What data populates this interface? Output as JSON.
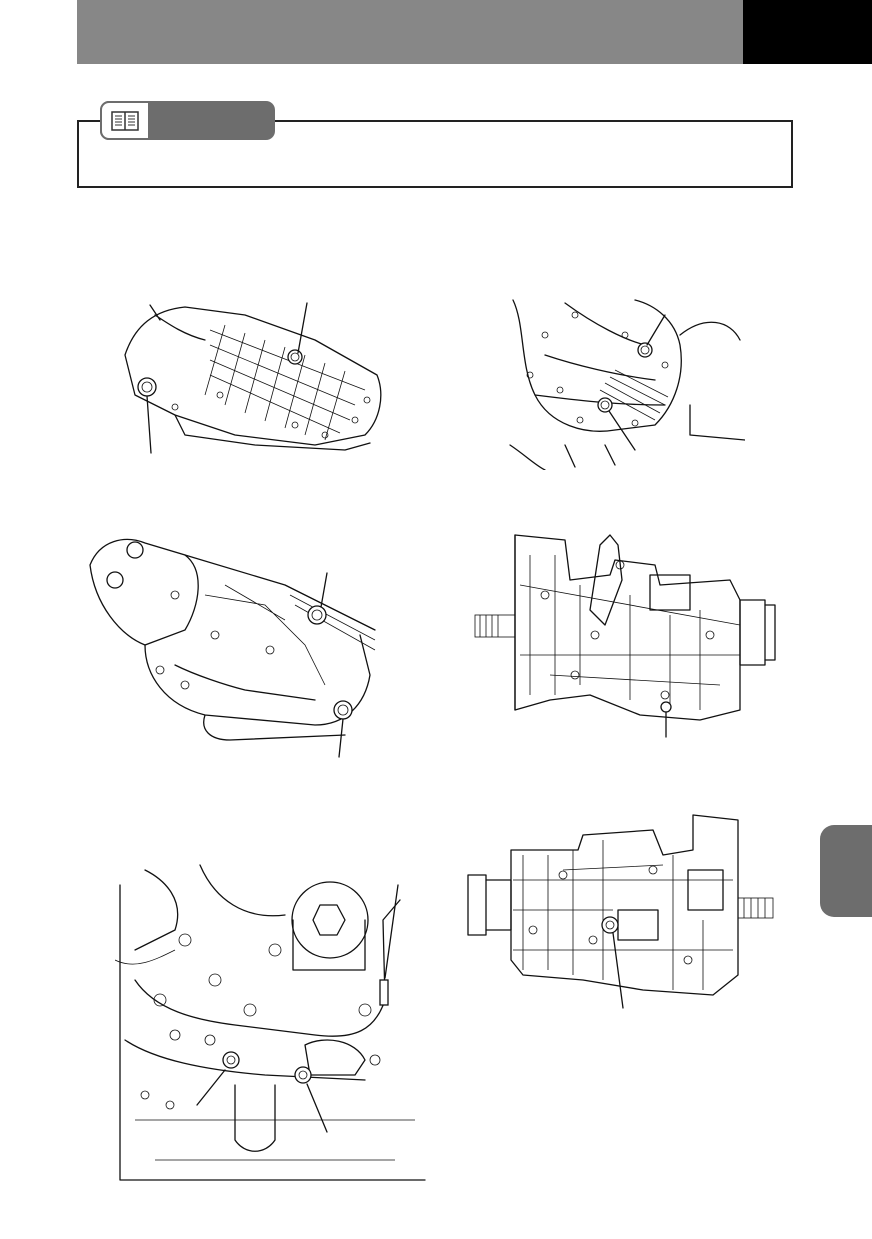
{
  "header": {
    "bar_color": "#878787",
    "tab_color": "#000000"
  },
  "note": {
    "icon": "book-icon",
    "pill_color": "#6d6d6d",
    "text": ""
  },
  "side_tab": {
    "color": "#6d6d6d"
  },
  "figures": [
    {
      "id": "transmission-underside-view-1",
      "callouts": 2
    },
    {
      "id": "transmission-rear-view-1",
      "callouts": 2
    },
    {
      "id": "transmission-underside-view-2",
      "callouts": 2
    },
    {
      "id": "transmission-side-view-1",
      "callouts": 1
    },
    {
      "id": "transmission-bottom-view",
      "callouts": 3
    },
    {
      "id": "transmission-side-view-2",
      "callouts": 1
    }
  ]
}
